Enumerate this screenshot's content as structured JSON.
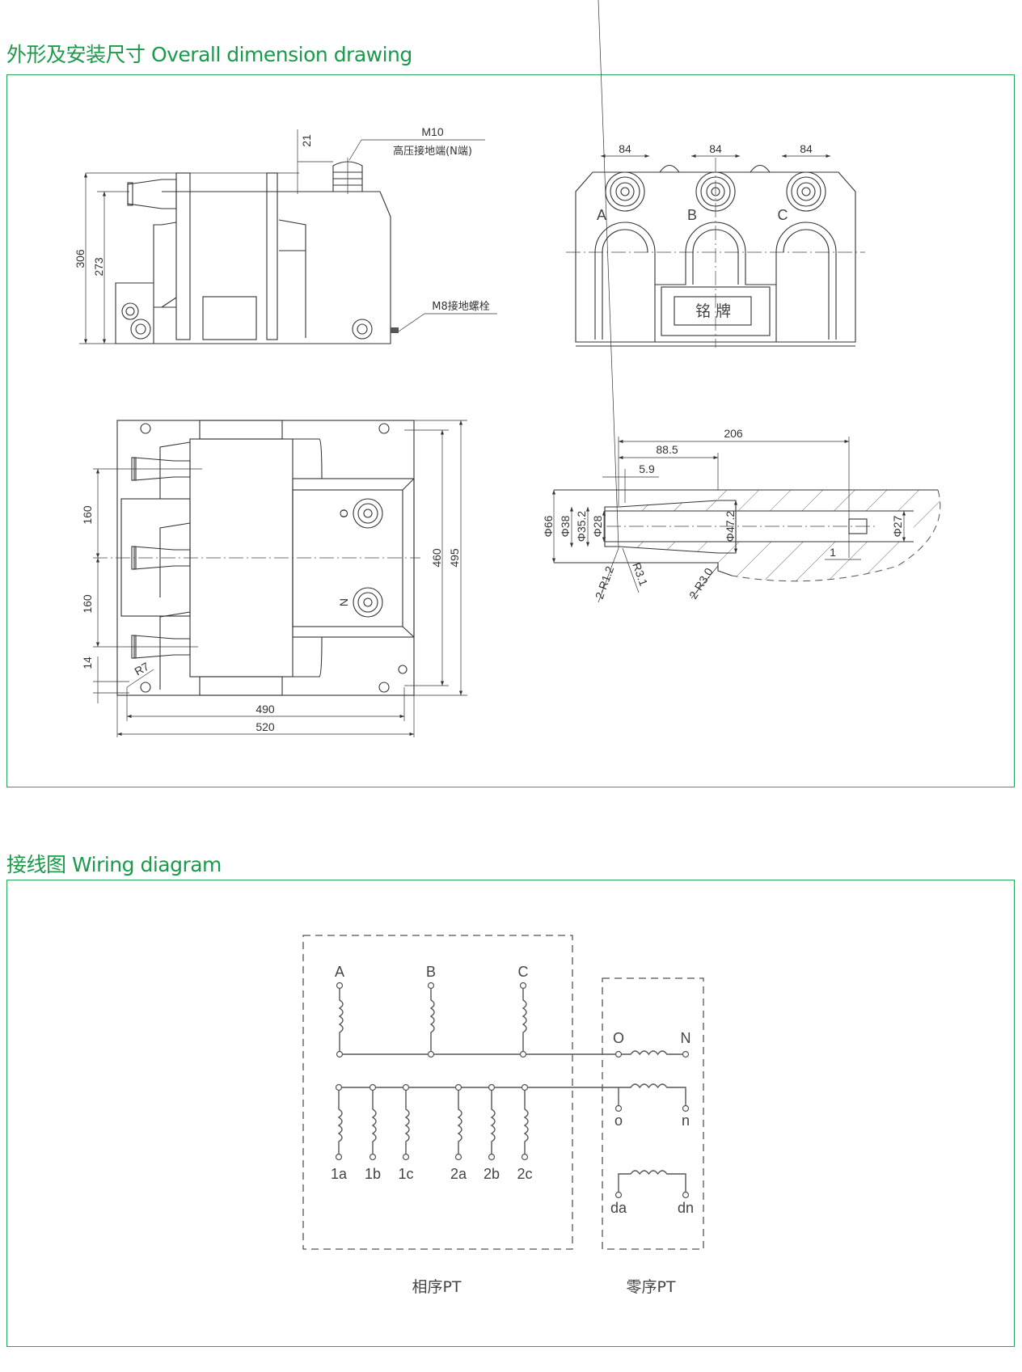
{
  "sections": {
    "dimension": {
      "title": "外形及安装尺寸  Overall dimension drawing"
    },
    "wiring": {
      "title": "接线图  Wiring diagram"
    }
  },
  "colors": {
    "accent": "#1a9a4a",
    "frame": "#2aa65a",
    "line": "#333333"
  },
  "front_view": {
    "dim_306": "306",
    "dim_273": "273",
    "dim_21": "21",
    "m10": "M10",
    "hv_ground": "高压接地端(N端)",
    "m8_bolt": "M8接地螺栓"
  },
  "side_view": {
    "dim_84": [
      "84",
      "84",
      "84"
    ],
    "phases": [
      "A",
      "B",
      "C"
    ],
    "nameplate": "铭  牌"
  },
  "top_view": {
    "dim_160_a": "160",
    "dim_160_b": "160",
    "dim_14": "14",
    "r7": "R7",
    "dim_460": "460",
    "dim_495": "495",
    "dim_490": "490",
    "dim_520": "520",
    "terminal_o": "O",
    "terminal_n": "N"
  },
  "section_view": {
    "dim_206": "206",
    "dim_88_5": "88.5",
    "dim_5_9": "5.9",
    "phi66": "Φ66",
    "phi38": "Φ38",
    "phi35_2": "Φ35.2",
    "phi28": "Φ28",
    "phi47_2": "Φ47.2",
    "phi27": "Φ27",
    "dim_1": "1",
    "r1_2": "2-R1.2",
    "r3_1": "R3.1",
    "r3_0": "2-R3.0"
  },
  "wiring": {
    "primary": [
      "A",
      "B",
      "C"
    ],
    "secondary": [
      "1a",
      "1b",
      "1c",
      "2a",
      "2b",
      "2c"
    ],
    "zero_primary": [
      "O",
      "N"
    ],
    "zero_secondary": [
      "o",
      "n"
    ],
    "residual": [
      "da",
      "dn"
    ],
    "phase_pt_label": "相序PT",
    "zero_pt_label": "零序PT"
  }
}
